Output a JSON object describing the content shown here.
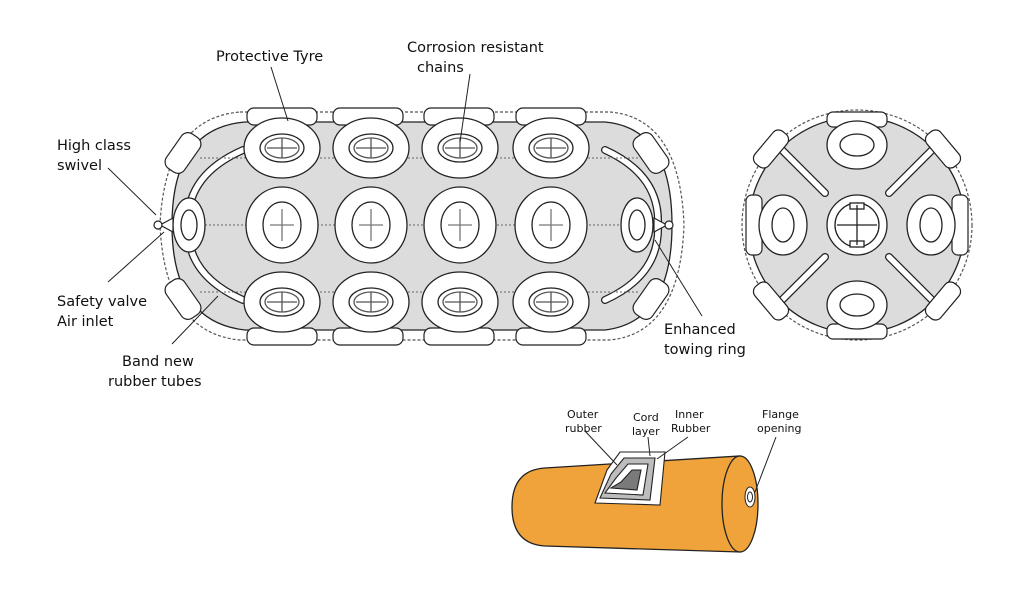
{
  "labels": {
    "protective_tyre": "Protective Tyre",
    "corrosion_1": "Corrosion resistant",
    "corrosion_2": "chains",
    "swivel_1": "High class",
    "swivel_2": "swivel",
    "valve_1": "Safety valve",
    "valve_2": "Air inlet",
    "tubes_1": "Band new",
    "tubes_2": "rubber tubes",
    "towing_1": "Enhanced",
    "towing_2": "towing ring",
    "outer_1": "Outer",
    "outer_2": "rubber",
    "cord_1": "Cord",
    "cord_2": "layer",
    "inner_1": "Inner",
    "inner_2": "Rubber",
    "flange_1": "Flange",
    "flange_2": "opening"
  },
  "colors": {
    "body_fill": "#dcdcdc",
    "tyre_fill": "#ffffff",
    "outline": "#222222",
    "cutaway_orange": "#f0a33a"
  }
}
